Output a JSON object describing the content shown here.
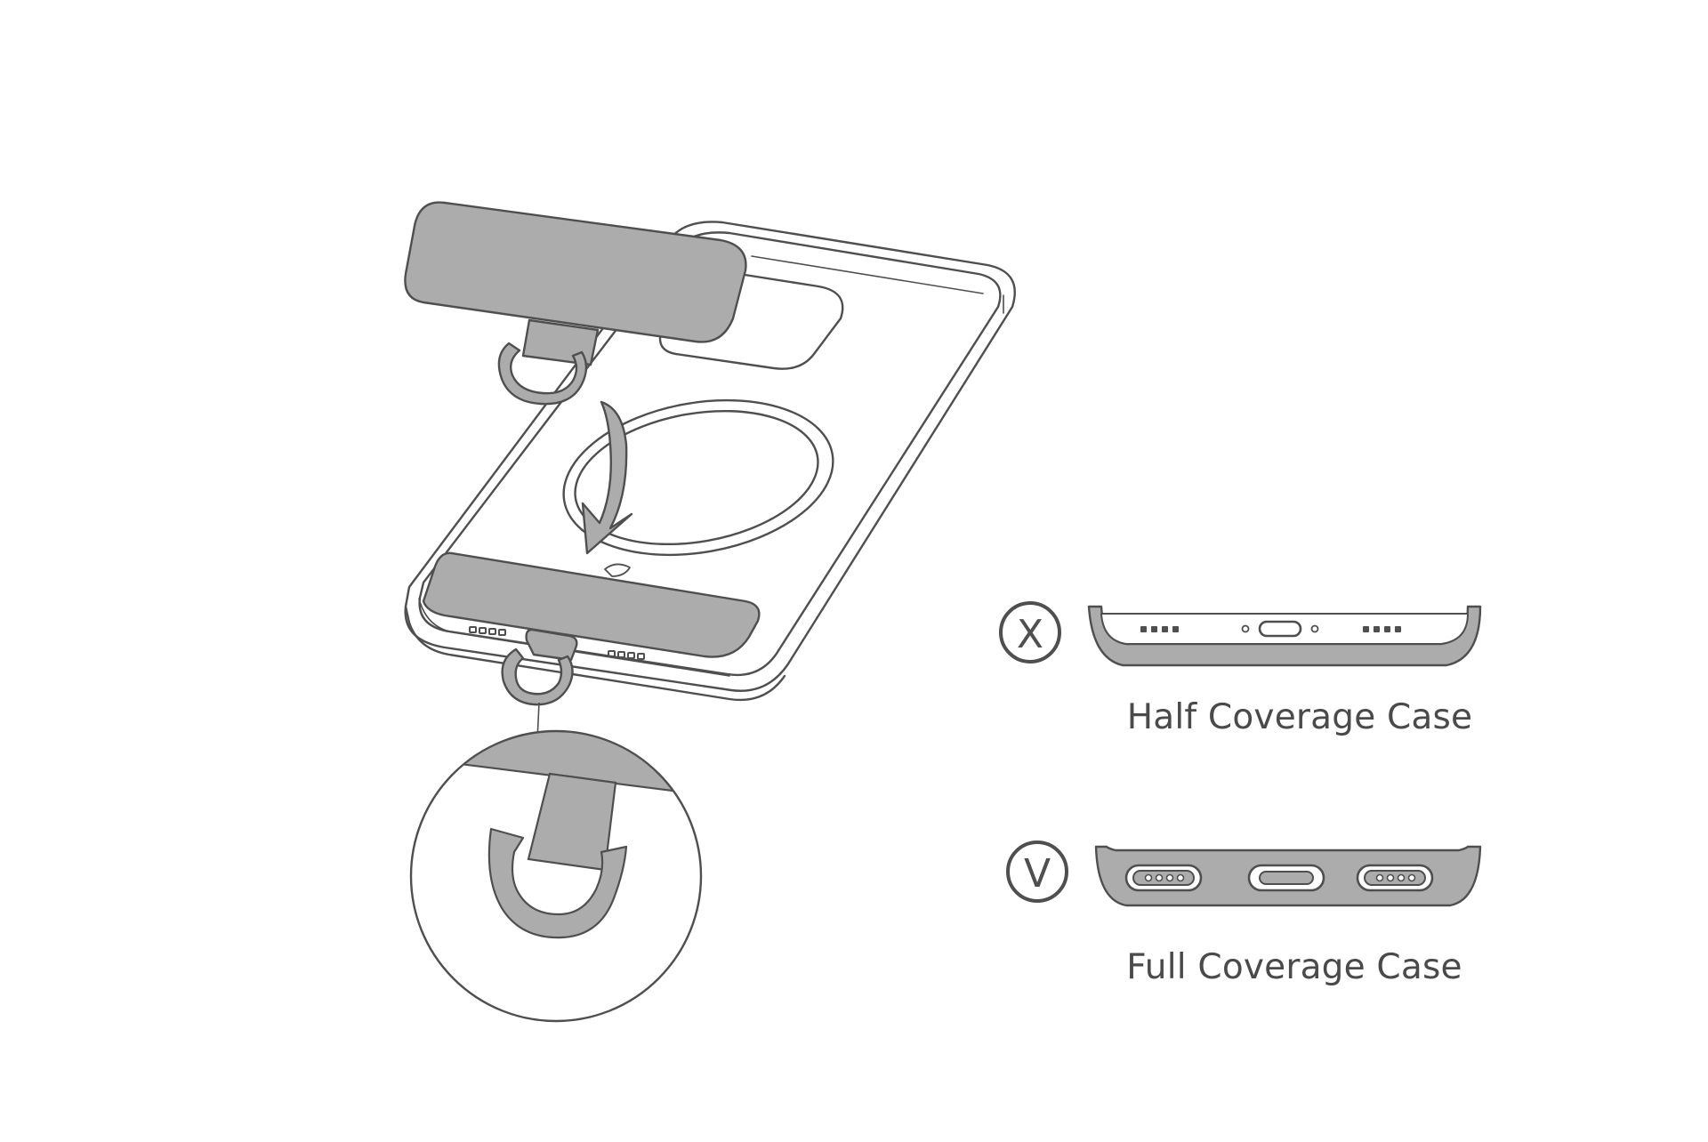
{
  "illustration": {
    "subject": "phone-case-with-lanyard-tether-patch",
    "colors": {
      "background": "#ffffff",
      "outline": "#4f4f4f",
      "patch_fill": "#acacac",
      "case_fill": "#ffffff",
      "port_fill": "#ffffff"
    }
  },
  "cases": [
    {
      "label": "Half Coverage Case",
      "status_glyph": "X",
      "status": "not-compatible"
    },
    {
      "label": "Full Coverage Case",
      "status_glyph": "V",
      "status": "compatible"
    }
  ]
}
